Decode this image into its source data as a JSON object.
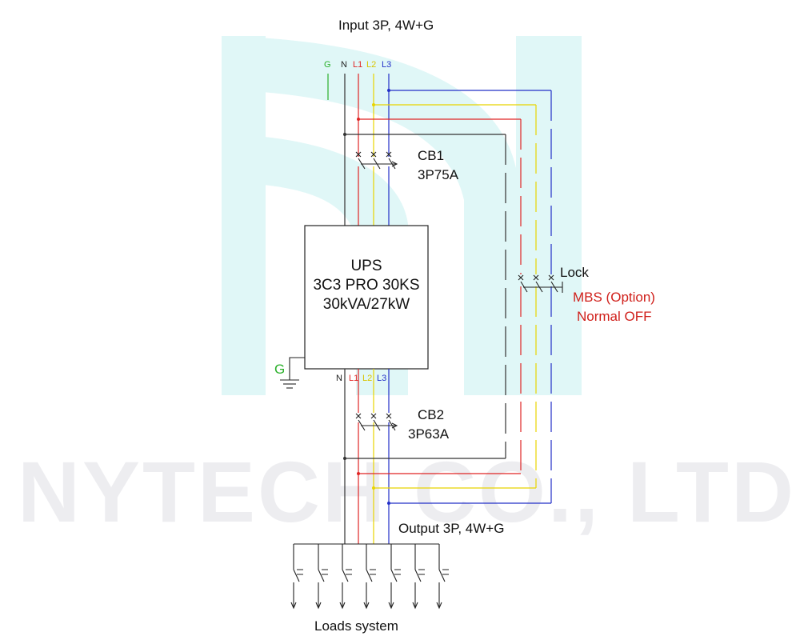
{
  "header": {
    "input_label": "Input 3P, 4W+G"
  },
  "input_terminals": {
    "g": "G",
    "n": "N",
    "l1": "L1",
    "l2": "L2",
    "l3": "L3"
  },
  "breakers": {
    "cb1": {
      "name": "CB1",
      "rating": "3P75A"
    },
    "cb2": {
      "name": "CB2",
      "rating": "3P63A"
    },
    "mbs": {
      "lock": "Lock",
      "name": "MBS (Option)",
      "state": "Normal OFF"
    }
  },
  "ups": {
    "line1": "UPS",
    "line2": "3C3 PRO 30KS",
    "line3": "30kVA/27kW",
    "ground": "G"
  },
  "output_terminals": {
    "n": "N",
    "l1": "L1",
    "l2": "L2",
    "l3": "L3"
  },
  "output": {
    "label": "Output 3P, 4W+G",
    "loads": "Loads system"
  },
  "watermark": {
    "text": "NYTECH CO., LTD"
  },
  "colors": {
    "neutral": "#333333",
    "l1": "#e02525",
    "l2": "#e8d400",
    "l3": "#2330c8",
    "ground": "#2ab02a",
    "logo": "#e0f7f7",
    "annotation": "#d0201b"
  }
}
